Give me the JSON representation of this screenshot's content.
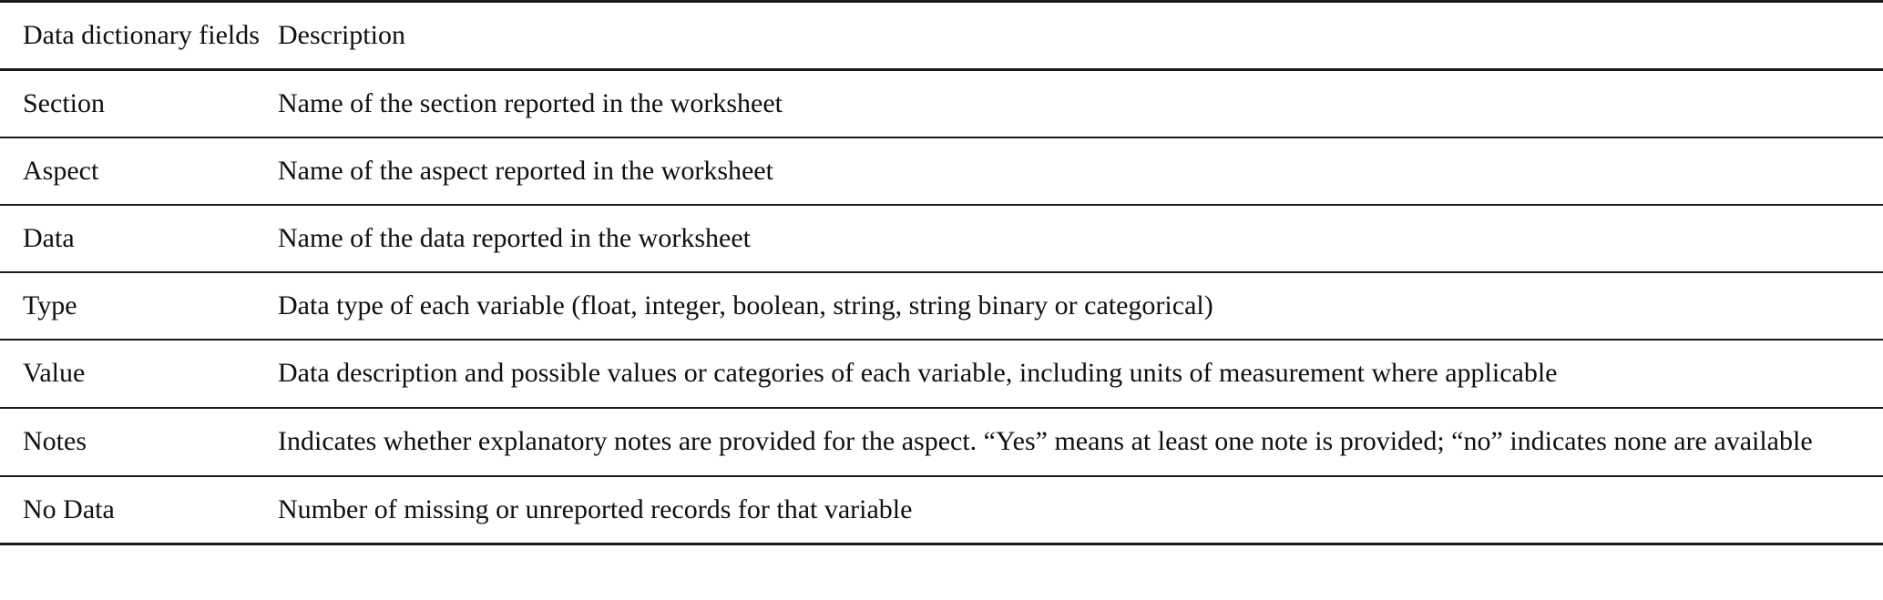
{
  "table": {
    "columns": [
      {
        "key": "field",
        "header": "Data dictionary fields"
      },
      {
        "key": "description",
        "header": "Description"
      }
    ],
    "rows": [
      {
        "field": "Section",
        "description": "Name of the section reported in the worksheet"
      },
      {
        "field": "Aspect",
        "description": "Name of the aspect reported in the worksheet"
      },
      {
        "field": "Data",
        "description": "Name of the data reported in the worksheet"
      },
      {
        "field": "Type",
        "description": "Data type of each variable (float, integer, boolean, string, string binary or categorical)"
      },
      {
        "field": "Value",
        "description": "Data description and possible values or categories of each variable, including units of measurement where applicable"
      },
      {
        "field": "Notes",
        "description": "Indicates whether explanatory notes are provided for the aspect. “Yes” means at least one note is provided; “no” indicates none are available"
      },
      {
        "field": "No Data",
        "description": "Number of missing or unreported records for that variable"
      }
    ]
  },
  "style": {
    "rule_color": "#1a1a1a",
    "text_color": "#101010",
    "background": "#ffffff"
  }
}
